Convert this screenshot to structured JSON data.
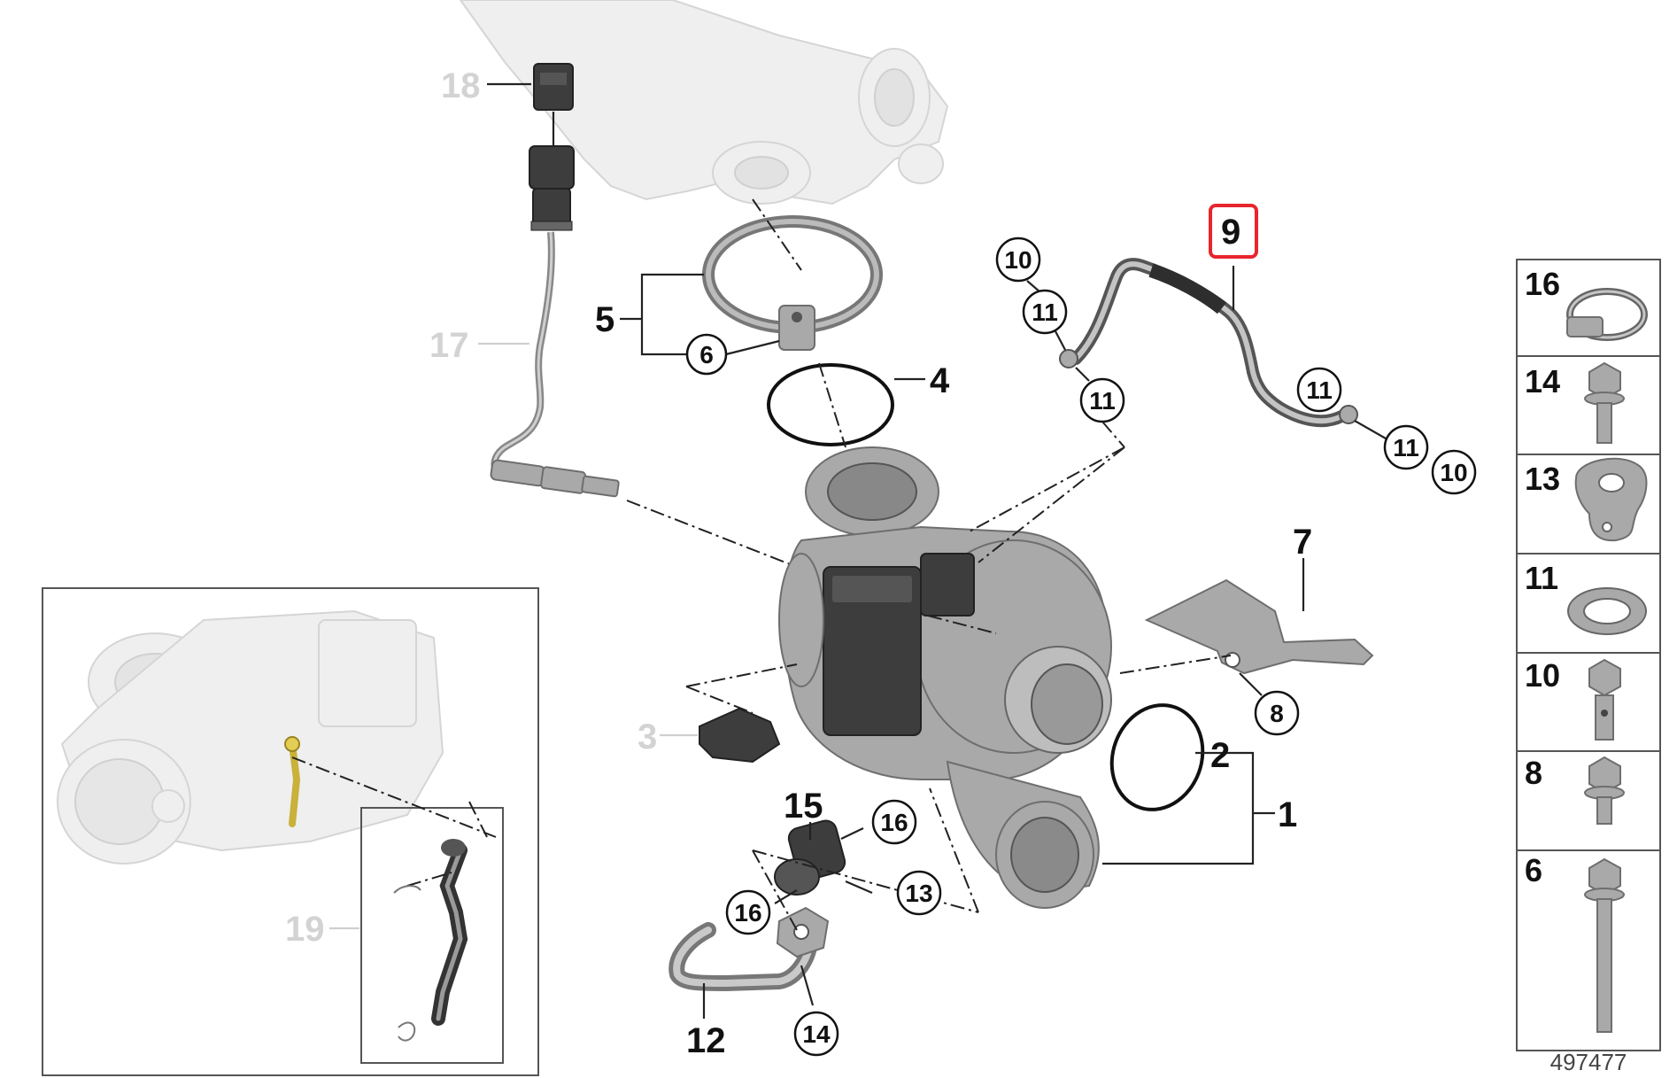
{
  "drawing_number": "497477",
  "highlight_color": "#e8252c",
  "main_labels": {
    "l1": "1",
    "l2": "2",
    "l3": "3",
    "l4": "4",
    "l5": "5",
    "l7": "7",
    "l9": "9",
    "l12": "12",
    "l15": "15",
    "l17": "17",
    "l18": "18",
    "l19": "19"
  },
  "callouts": {
    "c6": "6",
    "c8": "8",
    "c10a": "10",
    "c10b": "10",
    "c11a": "11",
    "c11b": "11",
    "c11c": "11",
    "c11d": "11",
    "c13": "13",
    "c14": "14",
    "c16a": "16",
    "c16b": "16"
  },
  "legend": [
    {
      "number": "16",
      "icon": "hose-clamp-icon"
    },
    {
      "number": "14",
      "icon": "hex-bolt-icon"
    },
    {
      "number": "13",
      "icon": "gasket-icon"
    },
    {
      "number": "11",
      "icon": "sealing-ring-icon"
    },
    {
      "number": "10",
      "icon": "banjo-bolt-icon"
    },
    {
      "number": "8",
      "icon": "short-hex-bolt-icon"
    },
    {
      "number": "6",
      "icon": "long-hex-bolt-icon"
    }
  ]
}
